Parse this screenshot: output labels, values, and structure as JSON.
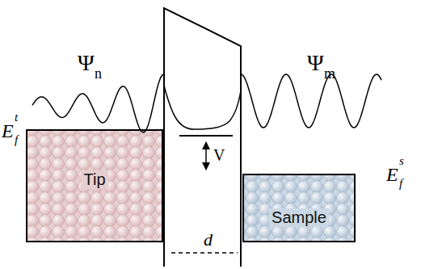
{
  "diagram": {
    "nodes": [
      {
        "text": [
          "Tip"
        ]
      },
      {
        "text": [
          "Sample"
        ]
      }
    ],
    "labels": [
      "Ψ",
      "n",
      "Ψ",
      "m",
      "E",
      "f",
      "t",
      "E",
      "f",
      "s",
      "V",
      "d"
    ]
  }
}
